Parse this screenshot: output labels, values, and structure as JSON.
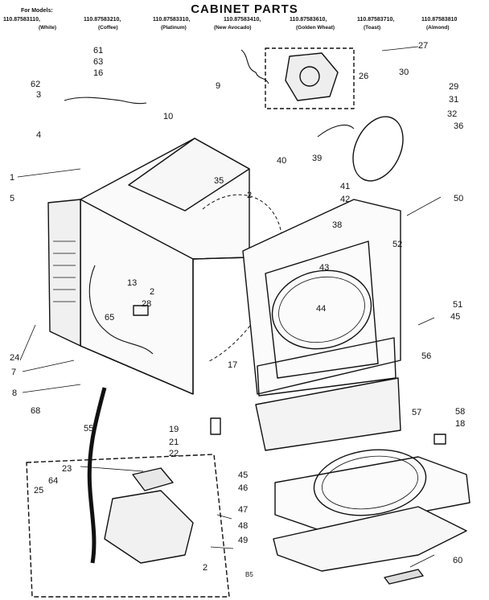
{
  "header": {
    "title": "CABINET PARTS",
    "for_models": "For Models:",
    "models": [
      "110.87583110,",
      "110.87583210,",
      "110.87583310,",
      "110.87583410,",
      "110.87583610,",
      "110.87583710,",
      "110.87583810"
    ],
    "colors": [
      "(White)",
      "(Coffee)",
      "(Platinum)",
      "(New Avocado)",
      "(Golden Wheat)",
      "(Toast)",
      "(Almond)"
    ]
  },
  "callouts": [
    "61",
    "63",
    "16",
    "62",
    "3",
    "9",
    "27",
    "26",
    "30",
    "29",
    "31",
    "32",
    "36",
    "10",
    "4",
    "1",
    "5",
    "35",
    "40",
    "39",
    "2",
    "41",
    "42",
    "50",
    "38",
    "52",
    "43",
    "44",
    "51",
    "45",
    "13",
    "2",
    "28",
    "65",
    "24",
    "7",
    "17",
    "56",
    "8",
    "68",
    "55",
    "19",
    "21",
    "22",
    "57",
    "58",
    "18",
    "23",
    "64",
    "25",
    "45",
    "46",
    "47",
    "48",
    "49",
    "60",
    "2"
  ],
  "footer": {
    "code": "B5"
  },
  "colors": {
    "ink": "#111111",
    "paper": "#ffffff"
  }
}
